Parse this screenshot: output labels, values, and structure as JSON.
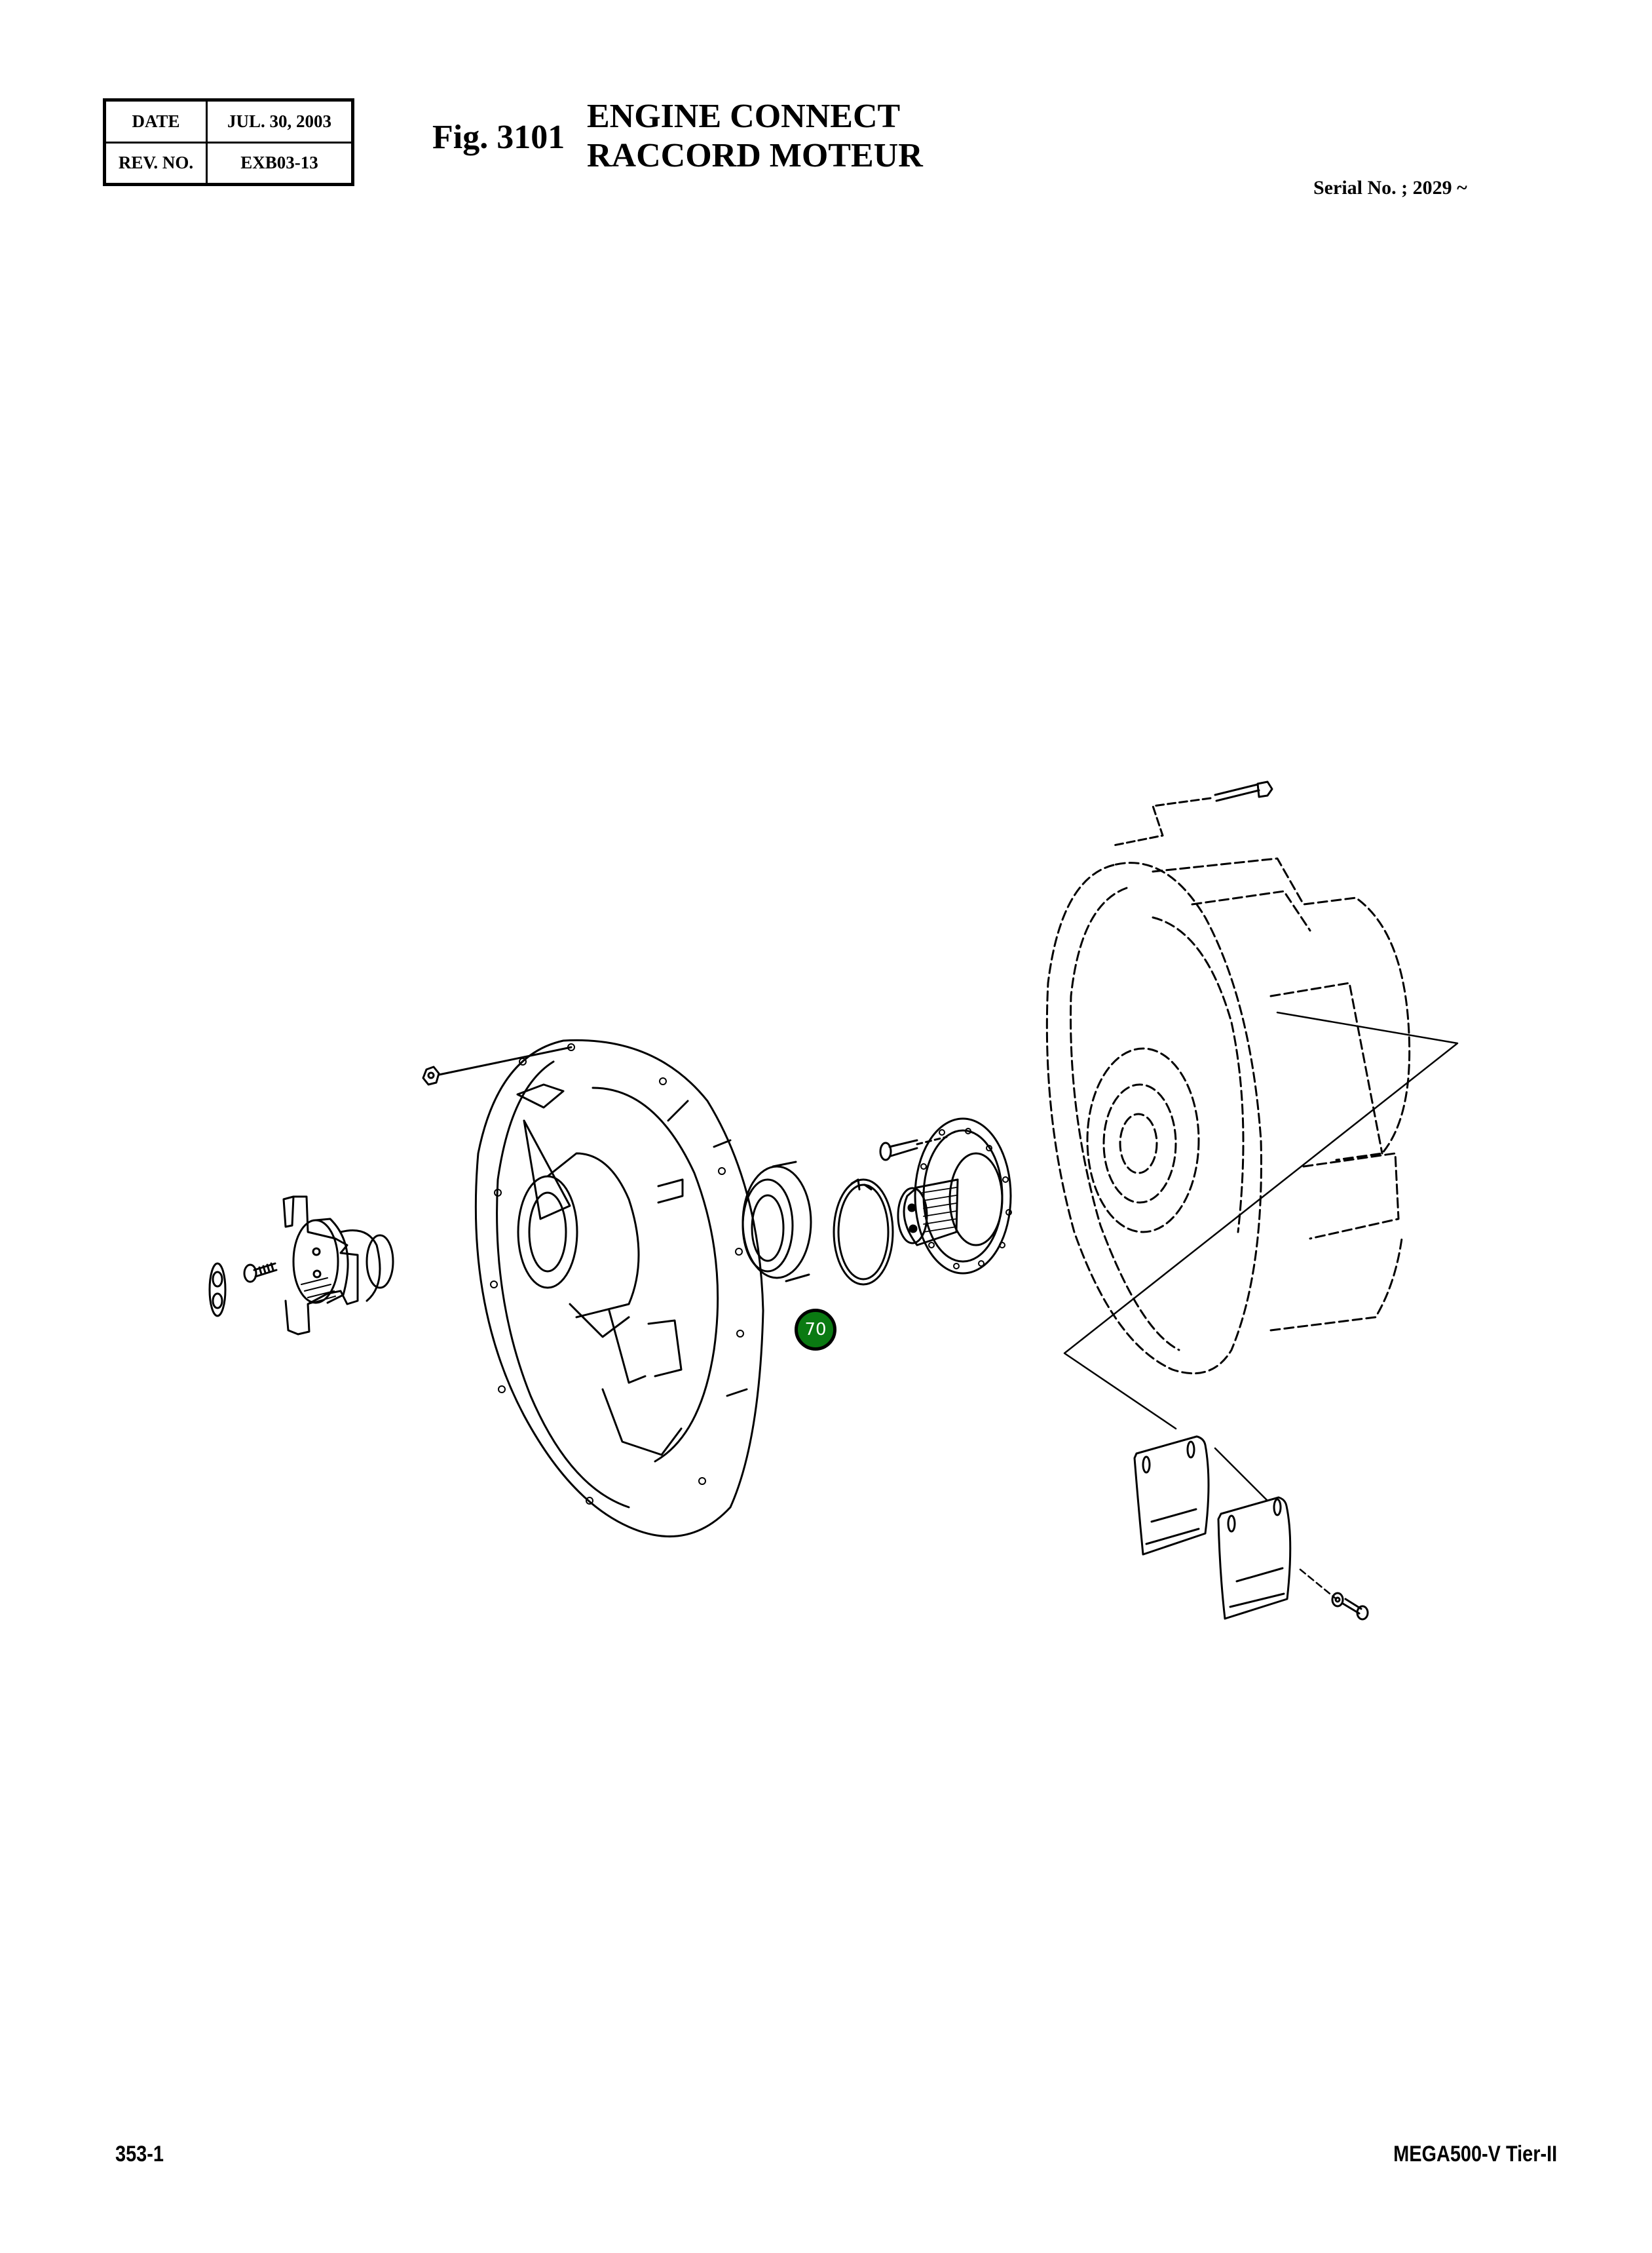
{
  "header": {
    "revision_table": {
      "date_label": "DATE",
      "date_value": "JUL. 30, 2003",
      "rev_label": "REV. NO.",
      "rev_value": "EXB03-13"
    },
    "figure_number": "Fig. 3101",
    "title_en": "ENGINE CONNECT",
    "title_fr": "RACCORD MOTEUR",
    "serial": "Serial No. ; 2029 ~"
  },
  "diagram": {
    "description": "Exploded view of engine-to-transmission connection: flywheel housing adapter, coupling yoke, cap, bolts, bearing, snap ring, splined flange shaft, transmission housing (dashed), cover plates",
    "callouts": [
      {
        "label": "70",
        "color": "#0a7a12",
        "target": "bearing"
      }
    ],
    "parts": [
      "washer",
      "bolt",
      "cap",
      "coupling-yoke",
      "adapter-housing",
      "nut",
      "bearing",
      "snap-ring",
      "bolt",
      "splined-flange-shaft",
      "transmission-housing",
      "bolt",
      "cover-plate",
      "cover-plate",
      "washer",
      "bolt"
    ]
  },
  "footer": {
    "page_number": "353-1",
    "model": "MEGA500-V Tier-II"
  }
}
